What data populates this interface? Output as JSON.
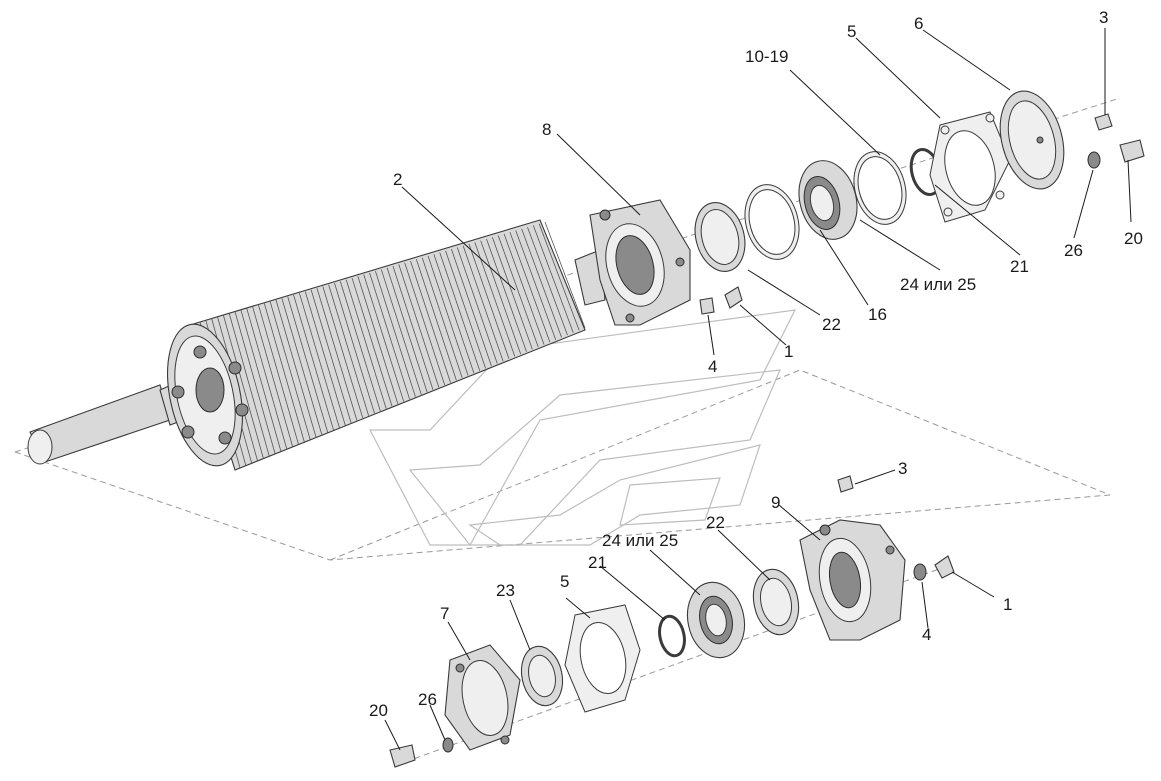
{
  "labels": {
    "l1_upper": "1",
    "l1_lower": "1",
    "l2": "2",
    "l3_upper": "3",
    "l3_lower": "3",
    "l4_upper": "4",
    "l4_lower": "4",
    "l5_upper": "5",
    "l5_lower": "5",
    "l6": "6",
    "l7": "7",
    "l8": "8",
    "l9": "9",
    "l10_19": "10-19",
    "l16": "16",
    "l20_upper": "20",
    "l20_lower": "20",
    "l21_upper": "21",
    "l21_lower": "21",
    "l22_upper": "22",
    "l22_lower": "22",
    "l23": "23",
    "l24_25_upper": "24 или 25",
    "l24_25_lower": "24 или 25",
    "l26_upper": "26",
    "l26_lower": "26"
  }
}
